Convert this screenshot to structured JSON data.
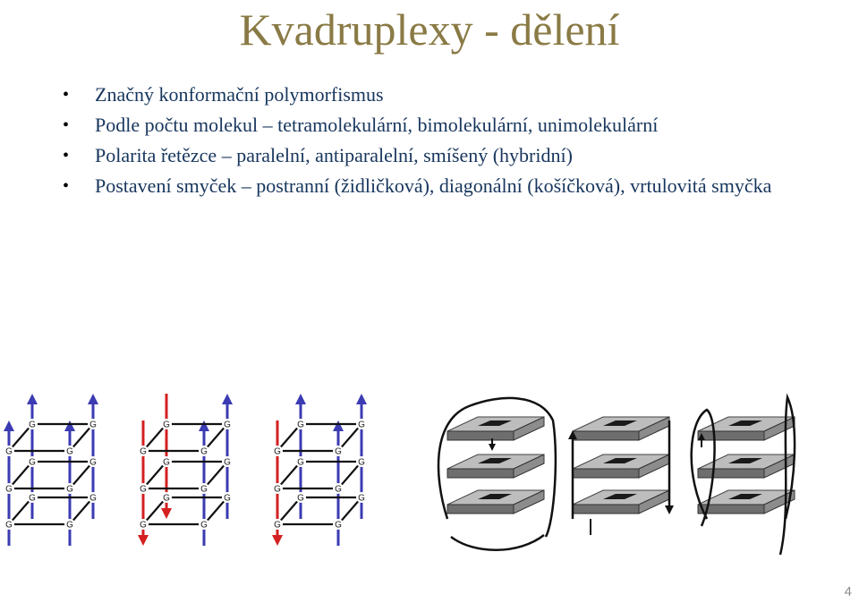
{
  "slide": {
    "title": "Kvadruplexy - dělení",
    "bullets": [
      "Značný konformační polymorfismus",
      "Podle počtu molekul – tetramolekulární, bimolekulární, unimolekulární",
      "Polarita řetězce – paralelní, antiparalelní, smíšený (hybridní)",
      "Postavení smyček – postranní (židličková), diagonální (košíčková), vrtulovitá smyčka"
    ],
    "bullet_glyph": "•",
    "page_number": "4"
  },
  "figure": {
    "guanine_label": "G",
    "colors": {
      "up_strand": "#3b3bb3",
      "down_strand": "#d42020",
      "plate_top": "#bdbdbd",
      "plate_side": "#6e6e6e"
    },
    "stacks": [
      {
        "type": "parallel",
        "strands": [
          "up",
          "up",
          "up",
          "up"
        ]
      },
      {
        "type": "antiparallel",
        "strands": [
          "down",
          "up",
          "down",
          "up"
        ]
      },
      {
        "type": "hybrid",
        "strands": [
          "down",
          "up",
          "up",
          "up"
        ]
      }
    ],
    "loop_models": [
      "basket",
      "chair",
      "propeller"
    ]
  }
}
